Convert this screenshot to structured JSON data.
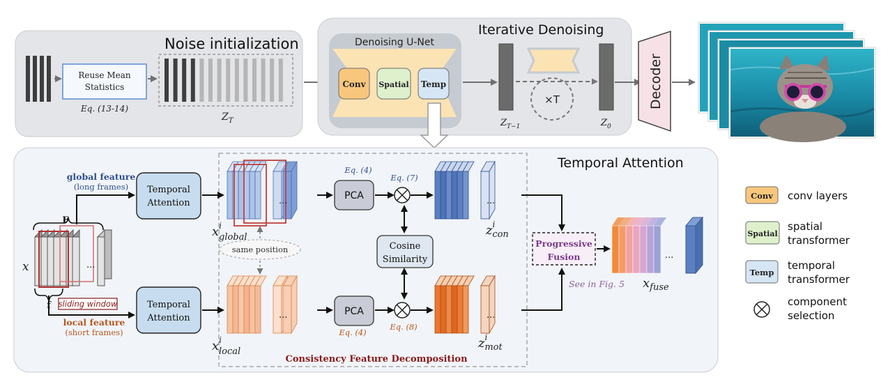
{
  "noise_init": {
    "title": "Noise initialization",
    "reuse_label_line1": "Reuse Mean",
    "reuse_label_line2": "Statistics",
    "eq_label": "Eq. (13-14)",
    "zt_label": "Z",
    "zt_sub": "T"
  },
  "iterative": {
    "title": "Iterative Denoising",
    "unet_title": "Denoising U-Net",
    "conv_label": "Conv",
    "spatial_label": "Spatial",
    "temp_label": "Temp",
    "zt1_label": "Z",
    "zt1_sub": "T−1",
    "z0_label": "Z",
    "z0_sub": "0",
    "times_label": "×T"
  },
  "decoder": {
    "label": "Decoder"
  },
  "temporal": {
    "title": "Temporal Attention",
    "global_feature": "global feature",
    "long_frames": "(long frames)",
    "local_feature": "local feature",
    "short_frames": "(short frames)",
    "big_f": "F",
    "small_f": "f",
    "x_label": "x",
    "sliding_window": "sliding window",
    "ta_line1": "Temporal",
    "ta_line2": "Attention",
    "x_global_base": "x",
    "x_global_sup": "i",
    "x_global_sub": "global",
    "x_local_base": "x",
    "x_local_sup": "i",
    "x_local_sub": "local",
    "same_position": "same position",
    "pca": "PCA",
    "eq4": "Eq. (4)",
    "eq7": "Eq. (7)",
    "eq8": "Eq. (8)",
    "cos_line1": "Cosine",
    "cos_line2": "Similarity",
    "z_con_base": "z",
    "z_con_sup": "i",
    "z_con_sub": "con",
    "z_mot_base": "z",
    "z_mot_sup": "i",
    "z_mot_sub": "mot",
    "cfd": "Consistency Feature Decomposition",
    "pf_line1": "Progressive",
    "pf_line2": "Fusion",
    "see_fig": "See in Fig. 5",
    "x_fuse_base": "x",
    "x_fuse_sub": "fuse",
    "ellipsis": "..."
  },
  "legend": {
    "conv_badge": "Conv",
    "conv_text": "conv layers",
    "spatial_badge": "Spatial",
    "spatial_text1": "spatial",
    "spatial_text2": "transformer",
    "temp_badge": "Temp",
    "temp_text1": "temporal",
    "temp_text2": "transformer",
    "comp_text1": "component",
    "comp_text2": "selection"
  },
  "colors": {
    "panel_gray": "#e3e5e8",
    "panel_light": "#f1f4f8",
    "conv": "#f8c77d",
    "spatial": "#dff0cd",
    "temp": "#d6e6f4",
    "global_blue": "#5b7fc0",
    "local_orange": "#e98a4b",
    "dark_red": "#8b1a1a",
    "purple": "#7b3b8c"
  }
}
